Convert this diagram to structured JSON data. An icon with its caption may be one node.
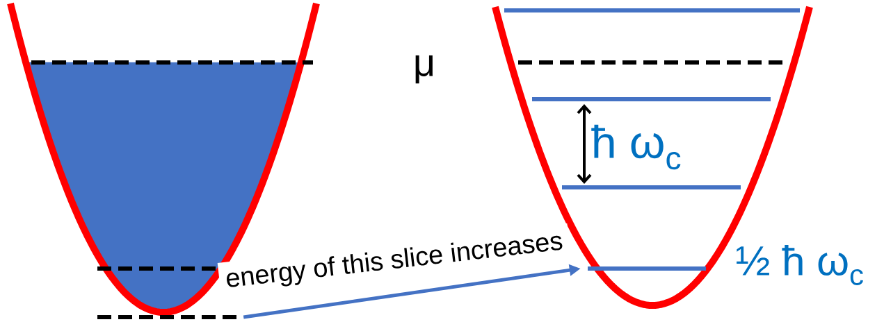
{
  "diagram": {
    "nodes": [
      {
        "text": [
          "energy of this slice increases"
        ]
      },
      {
        "text": [],
        "shape": "bar"
      },
      {
        "text": [],
        "shape": "bar"
      }
    ],
    "edges": [
      {
        "from": 1,
        "to": 2,
        "arrow": "to",
        "color": "#4472c4"
      }
    ],
    "labels": [
      "μ",
      "ħ ω$_{c}$",
      "½ ħ ω$_{c}$"
    ]
  }
}
